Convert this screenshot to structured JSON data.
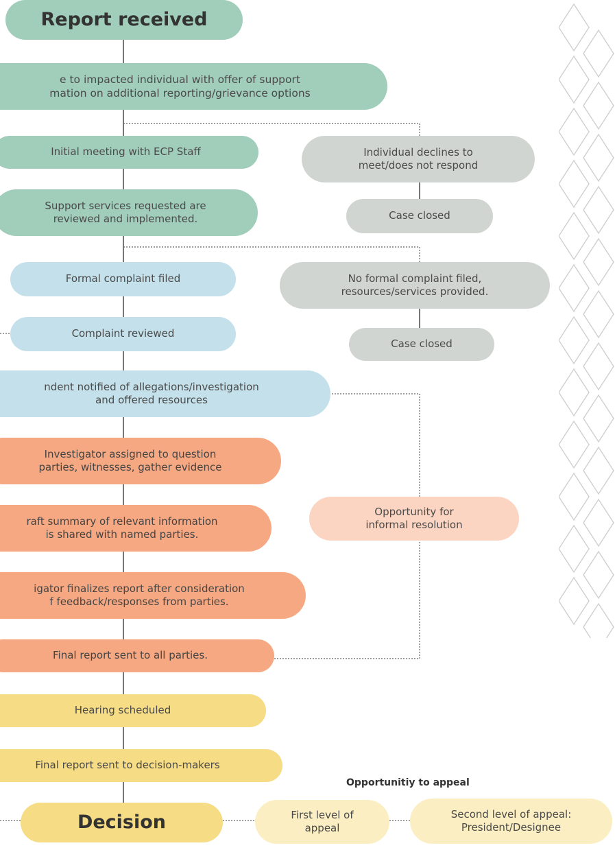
{
  "nodes": {
    "report_received": "Report received",
    "outreach": "e to impacted individual with offer of support\nmation on additional reporting/grievance options",
    "initial_meeting": "Initial meeting with ECP Staff",
    "declines": "Individual declines to\nmeet/does not respond",
    "case_closed_1": "Case closed",
    "support_services": "Support services requested are\nreviewed and implemented.",
    "formal_complaint": "Formal complaint filed",
    "no_formal": "No formal complaint filed,\nresources/services provided.",
    "complaint_reviewed": "Complaint reviewed",
    "case_closed_2": "Case closed",
    "respondent_notified": "ndent notified of allegations/investigation\nand offered resources",
    "investigator_assigned": "Investigator assigned to question\nparties, witnesses, gather evidence",
    "draft_summary": "raft summary of relevant information\nis shared with named parties.",
    "informal_resolution": "Opportunity for\ninformal resolution",
    "finalizes_report": "igator finalizes report after consideration\nf feedback/responses from parties.",
    "final_report_parties": "Final report sent to all parties.",
    "hearing": "Hearing scheduled",
    "final_report_decision": "Final report sent to decision-makers",
    "decision": "Decision",
    "first_appeal": "First level of\nappeal",
    "second_appeal": "Second level of appeal:\nPresident/Designee"
  },
  "labels": {
    "appeal_heading": "Opportunitiy to appeal"
  },
  "colors": {
    "teal": "#a1cdbb",
    "grey": "#d1d5d1",
    "blue": "#c4e0ea",
    "orange": "#f6a882",
    "peach": "#fbd5c2",
    "yellow": "#f5dc85",
    "cream": "#fbeec2"
  }
}
